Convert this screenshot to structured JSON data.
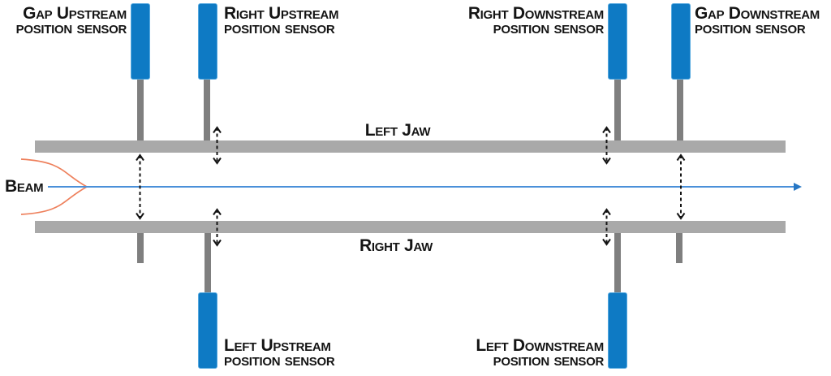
{
  "labels": {
    "gap_upstream": {
      "line1": "Gap Upstream",
      "line2": "position sensor"
    },
    "right_upstream": {
      "line1": "Right Upstream",
      "line2": "position sensor"
    },
    "right_downstream": {
      "line1": "Right Downstream",
      "line2": "position sensor"
    },
    "gap_downstream": {
      "line1": "Gap Downstream",
      "line2": "position sensor"
    },
    "left_upstream": {
      "line1": "Left Upstream",
      "line2": "position sensor"
    },
    "left_downstream": {
      "line1": "Left Downstream",
      "line2": "position sensor"
    },
    "left_jaw": "Left Jaw",
    "right_jaw": "Right Jaw",
    "beam": "Beam"
  },
  "colors": {
    "background": "#FFFFFF",
    "text_color": "#141414",
    "sensor_blue": "#0E7AC4",
    "sensor_border": "#56A9E0",
    "stem_gray": "#7F7F7F",
    "jaw_gray": "#A9A9A9",
    "beam_blue": "#4A90D9",
    "beam_arrow": "#2777C4",
    "profile_orange": "#EE805C",
    "arrow_black": "#141414"
  }
}
